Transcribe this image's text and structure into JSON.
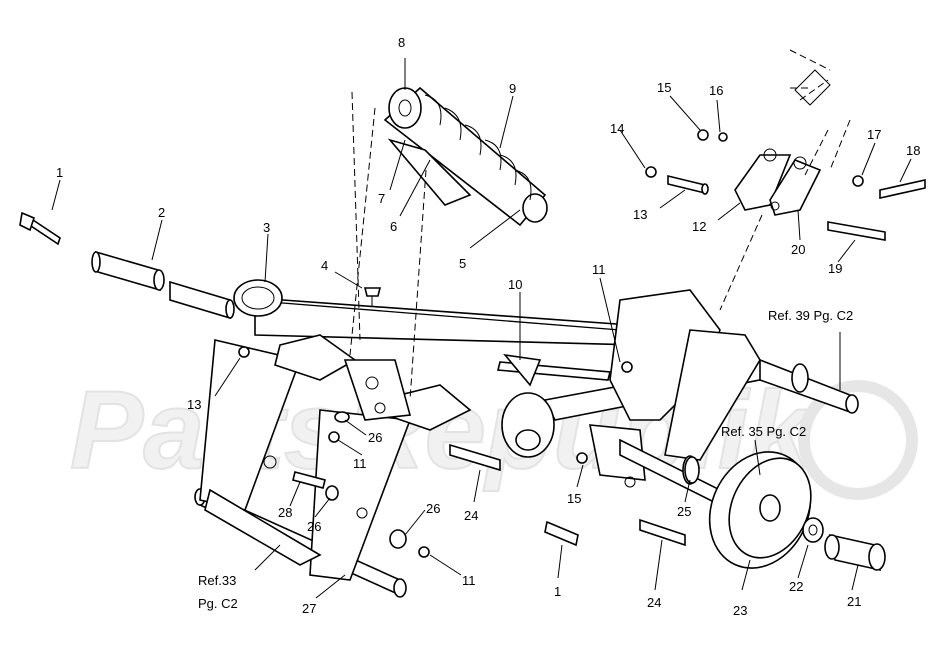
{
  "watermark": {
    "text": "PartsRepublik"
  },
  "callouts": {
    "c1a": "1",
    "c1b": "1",
    "c2": "2",
    "c3": "3",
    "c4": "4",
    "c5": "5",
    "c6": "6",
    "c7": "7",
    "c8": "8",
    "c9": "9",
    "c10": "10",
    "c11a": "11",
    "c11b": "11",
    "c11c": "11",
    "c12": "12",
    "c13a": "13",
    "c13b": "13",
    "c14": "14",
    "c15a": "15",
    "c15b": "15",
    "c16": "16",
    "c17": "17",
    "c18": "18",
    "c19": "19",
    "c20": "20",
    "c21": "21",
    "c22": "22",
    "c23": "23",
    "c24a": "24",
    "c24b": "24",
    "c25": "25",
    "c26a": "26",
    "c26b": "26",
    "c26c": "26",
    "c27": "27",
    "c28": "28"
  },
  "references": {
    "ref39": "Ref. 39 Pg. C2",
    "ref35": "Ref. 35 Pg. C2",
    "ref33_line1": "Ref.33",
    "ref33_line2": "Pg. C2"
  }
}
